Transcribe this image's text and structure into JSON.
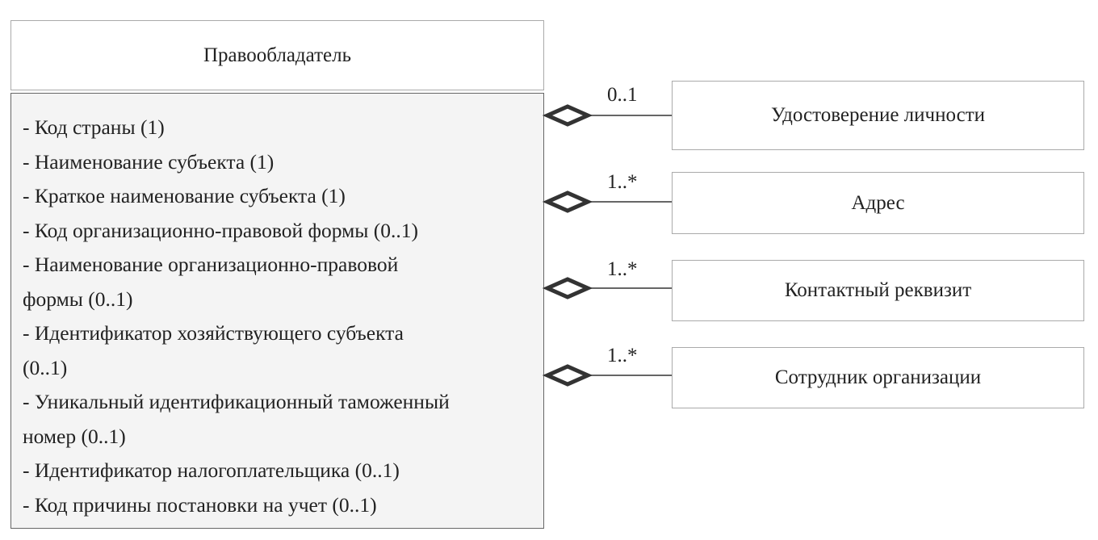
{
  "class": {
    "name": "Правообладатель",
    "attributes": [
      "- Код страны (1)",
      "- Наименование субъекта (1)",
      "- Краткое наименование субъекта (1)",
      "- Код организационно-правовой формы (0..1)",
      "- Наименование организационно-правовой",
      "формы (0..1)",
      "- Идентификатор хозяйствующего субъекта",
      "(0..1)",
      "- Уникальный идентификационный таможенный",
      "номер (0..1)",
      "- Идентификатор налогоплательщика (0..1)",
      "- Код причины постановки на учет (0..1)"
    ]
  },
  "associations": [
    {
      "target": "Удостоверение личности",
      "multiplicity": "0..1",
      "type": "aggregation"
    },
    {
      "target": "Адрес",
      "multiplicity": "1..*",
      "type": "aggregation"
    },
    {
      "target": "Контактный реквизит",
      "multiplicity": "1..*",
      "type": "aggregation"
    },
    {
      "target": "Сотрудник организации",
      "multiplicity": "1..*",
      "type": "aggregation"
    }
  ]
}
